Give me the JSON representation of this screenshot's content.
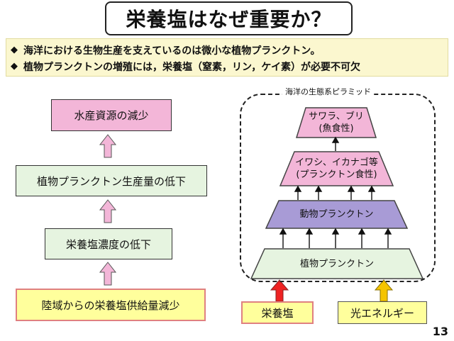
{
  "title": "栄養塩はなぜ重要か？",
  "bullets": [
    {
      "mark": "◆",
      "text": "海洋における生物生産を支えているのは微小な植物プランクトン。"
    },
    {
      "mark": "◆",
      "text": "植物プランクトンの増殖には，栄養塩（窒素，リン，ケイ素）が必要不可欠"
    }
  ],
  "flow": {
    "top": "水産資源の減少",
    "second": "植物プランクトン生産量の低下",
    "third": "栄養塩濃度の低下",
    "bottom": "陸域からの栄養塩供給量減少"
  },
  "pyramid": {
    "title": "海洋の生態系ピラミッド",
    "level1": {
      "line1": "サワラ、ブリ",
      "line2": "(魚食性)"
    },
    "level2": {
      "line1": "イワシ、イカナゴ等",
      "line2": "(プランクトン食性)"
    },
    "level3": "動物プランクトン",
    "level4": "植物プランクトン",
    "colors": {
      "level1": "#f3b6d8",
      "level2": "#f3b6d8",
      "level3": "#a89bd6",
      "level4": "#e6f4e0"
    }
  },
  "inputs": {
    "nutrients": "栄養塩",
    "light": "光エネルギー"
  },
  "page_number": "13"
}
